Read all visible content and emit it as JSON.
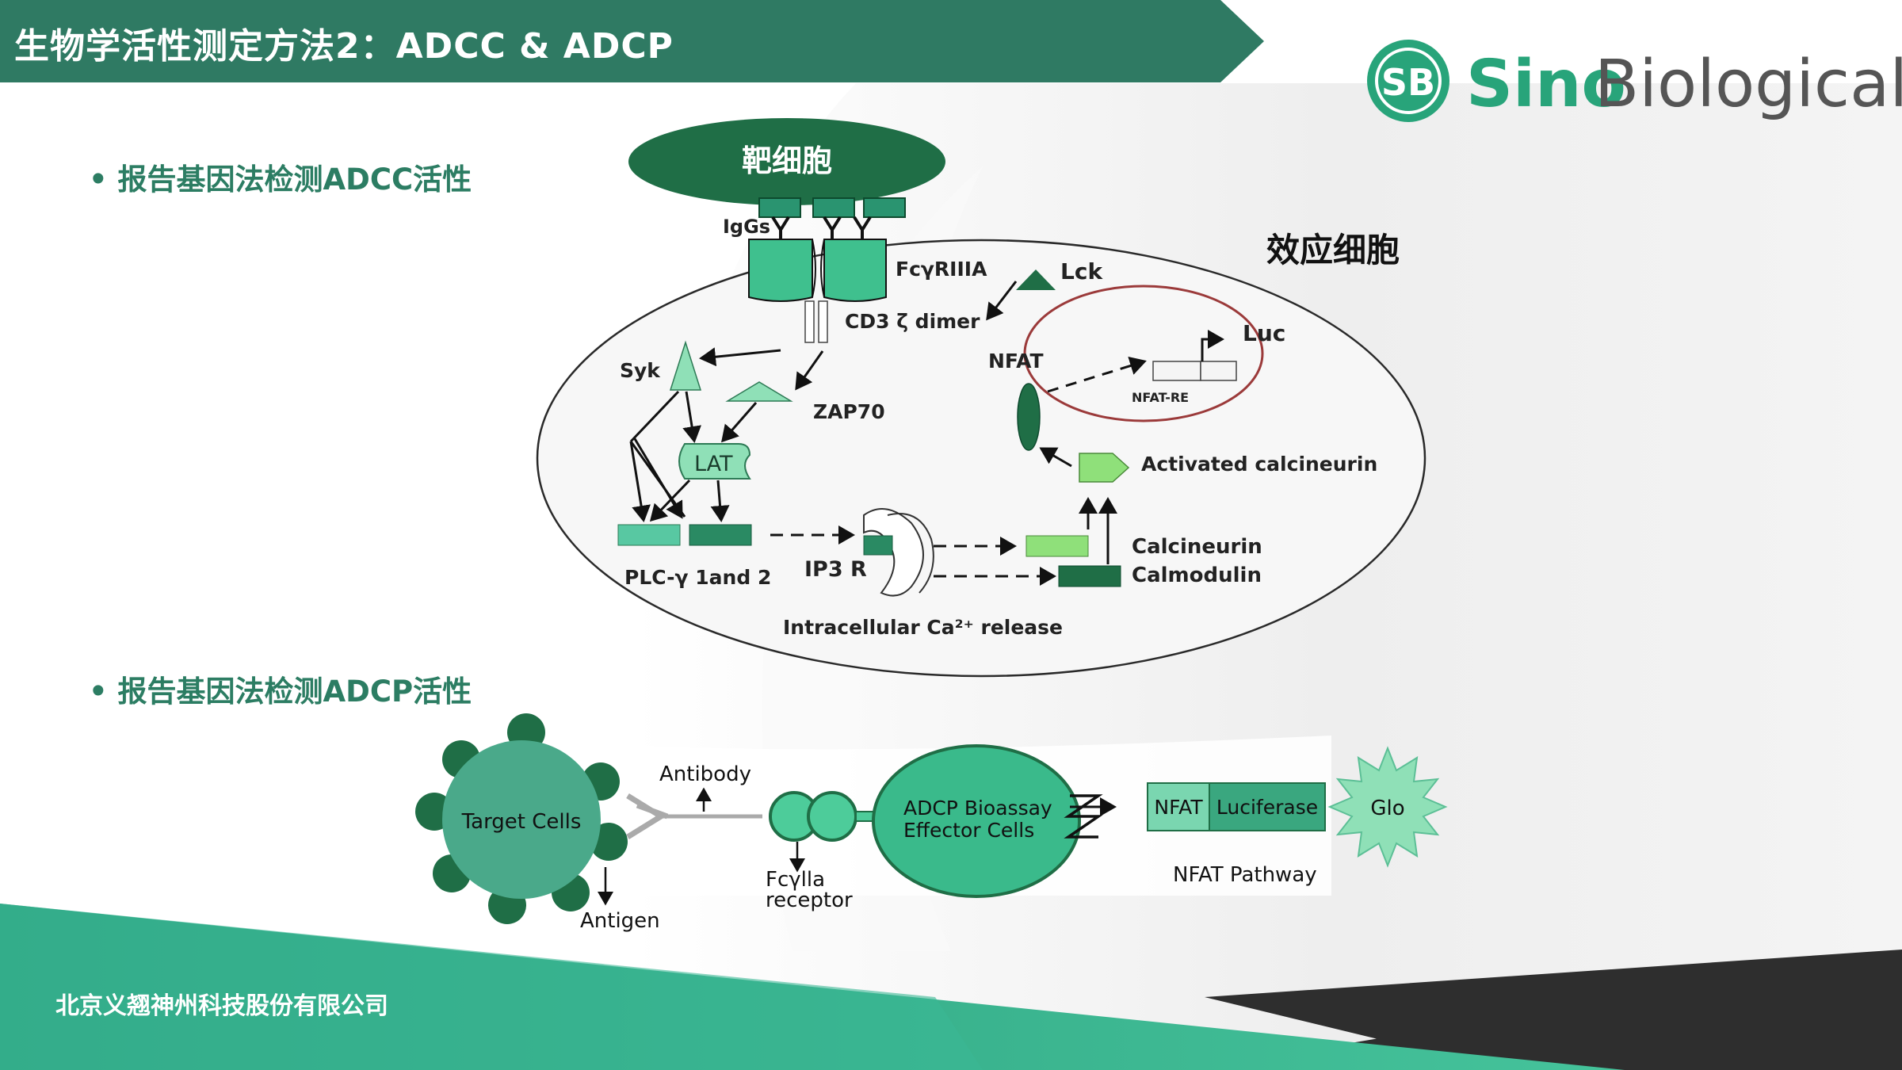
{
  "slide": {
    "title": "生物学活性测定方法2：ADCC & ADCP",
    "bullet_adcc": "• 报告基因法检测ADCC活性",
    "bullet_adcp": "• 报告基因法检测ADCP活性",
    "footer": "北京义翘神州科技股份有限公司"
  },
  "logo": {
    "mark": "SB",
    "sino": "Sino",
    "biological": "Biological"
  },
  "adcc": {
    "target_cell": "靶细胞",
    "effector_cell": "效应细胞",
    "iggs": "IgGs",
    "receptor": "FcγRIIIA",
    "lck": "Lck",
    "cd3": "CD3 ζ dimer",
    "syk": "Syk",
    "zap70": "ZAP70",
    "lat": "LAT",
    "nfat": "NFAT",
    "luc": "Luc",
    "nfat_re": "NFAT-RE",
    "activated_calcineurin": "Activated calcineurin",
    "plc": "PLC-γ 1and 2",
    "ip3r": "IP3 R",
    "calcineurin": "Calcineurin",
    "calmodulin": "Calmodulin",
    "intracellular_release": "Intracellular Ca²⁺ release"
  },
  "adcp": {
    "target_cells": "Target Cells",
    "antibody": "Antibody",
    "antigen": "Antigen",
    "effector_line1": "ADCP Bioassay",
    "effector_line2": "Effector Cells",
    "receptor_line1": "Fcγlla",
    "receptor_line2": "receptor",
    "nfat": "NFAT",
    "luciferase": "Luciferase",
    "glo": "Glo",
    "pathway": "NFAT Pathway"
  },
  "colors": {
    "header_green": "#2f7a63",
    "brand_green": "#28a47a",
    "dark_green": "#1f6e46",
    "mid_green": "#3aa77f",
    "light_green": "#8fe0b7",
    "footer_teal": "#2fb08d",
    "footer_dark": "#2e2e2e"
  }
}
